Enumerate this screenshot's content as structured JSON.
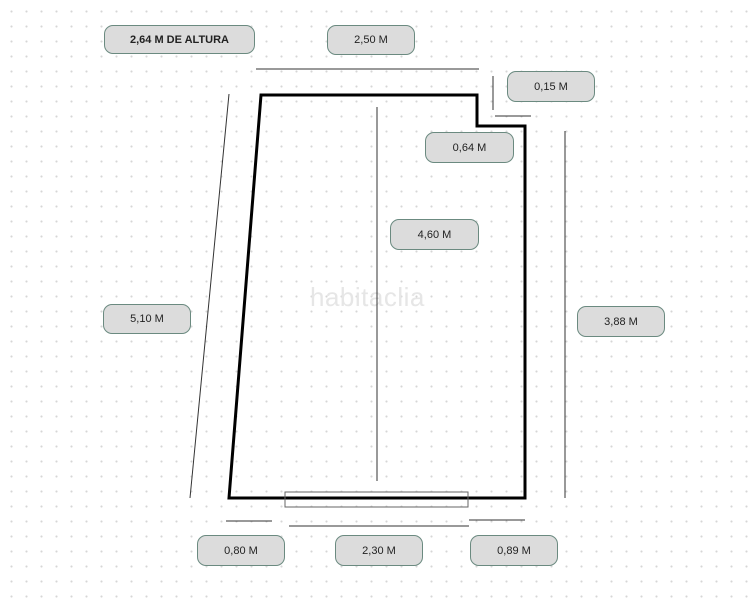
{
  "height_label": "2,64 M DE ALTURA",
  "dimensions": {
    "top_width": "2,50 M",
    "notch_depth": "0,15 M",
    "notch_width": "0,64 M",
    "inner_depth": "4,60 M",
    "left_side": "5,10 M",
    "right_side": "3,88 M",
    "bottom_left": "0,80 M",
    "bottom_window": "2,30 M",
    "bottom_right": "0,89 M"
  },
  "watermark": "habitaclia",
  "colors": {
    "label_bg": "#dcdcdc",
    "label_border": "#6b8a80",
    "wall": "#000000"
  }
}
